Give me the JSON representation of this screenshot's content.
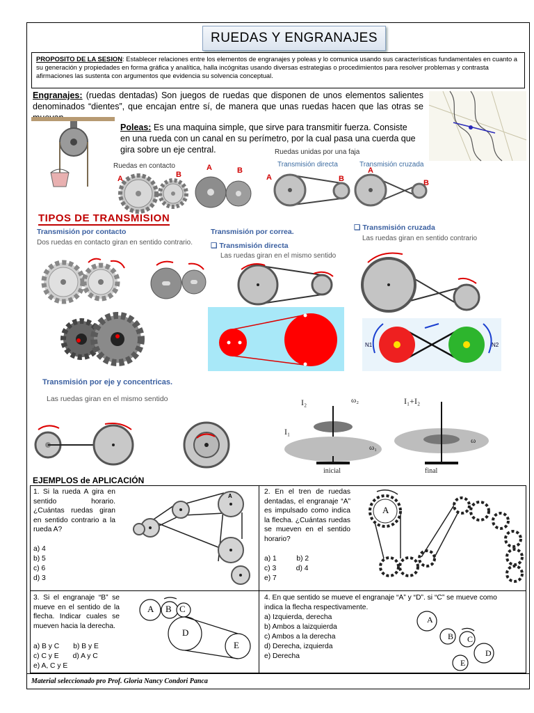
{
  "title": "RUEDAS Y ENGRANAJES",
  "purpose": {
    "label": "PROPOSITO DE LA SESION",
    "text": ": Establecer relaciones entre los elementos de engranajes y poleas y lo comunica usando sus características fundamentales en cuanto a su generación y propiedades en forma gráfica y analítica, halla incógnitas usando diversas estrategias o procedimientos para resolver problemas y contrasta afirmaciones las sustenta con argumentos que evidencia su solvencia conceptual."
  },
  "engranajes": {
    "label": "Engranajes:",
    "text": " (ruedas dentadas) Son juegos de ruedas que disponen de unos elementos salientes denominados “dientes”, que encajan entre sí, de manera que unas ruedas hacen que las otras se muevan."
  },
  "poleas": {
    "label": "Poleas:",
    "text": " Es una maquina simple, que sirve para transmitir fuerza. Consiste en una rueda con un canal en su perímetro, por la cual pasa una cuerda que gira sobre un eje central."
  },
  "figures": {
    "ruedas_contacto": "Ruedas en contacto",
    "ruedas_faja": "Ruedas unidas por una faja",
    "trans_directa": "Transmisión directa",
    "trans_cruzada": "Transmisión cruzada",
    "a": "A",
    "b": "B"
  },
  "tipos": {
    "title": "TIPOS DE TRANSMISION",
    "contacto": "Transmisión por contacto",
    "contacto_sub": "Dos ruedas en contacto giran en sentido contrario.",
    "correa": "Transmisión por correa.",
    "directa": "❑ Transmisión directa",
    "directa_sub": "Las ruedas giran en el mismo sentido",
    "cruzada": "❑ Transmisión cruzada",
    "cruzada_sub": "Las ruedas giran en sentido contrario",
    "eje": "Transmisión por eje y concentricas.",
    "eje_sub": "Las ruedas giran en el mismo sentido",
    "i2": "I₂",
    "i1": "I₁",
    "i1i2": "I₁+I₂",
    "w2": "ω₂",
    "w1": "ω₁",
    "w": "ω",
    "inicial": "inicial",
    "final": "final",
    "n1": "N1",
    "n2": "N2"
  },
  "ejemplos": {
    "title": "EJEMPLOS de APLICACIÓN",
    "q1": {
      "text": "1.  Si la rueda A gira en sentido horario. ¿Cuántas ruedas giran en sentido contrario a la rueda A?",
      "options": [
        "a)  4",
        "b)  5",
        "c)  6",
        "d)  3"
      ]
    },
    "q2": {
      "text": "2.  En el tren de ruedas dentadas, el engranaje “A” es impulsado como indica la flecha. ¿Cuántas ruedas se mueven en el sentido horario?",
      "opt1": "a) 1          b) 2",
      "opt2": "c) 3          d) 4",
      "opt3": "e) 7"
    },
    "q3": {
      "text": "3.  Si el engranaje “B” se mueve en el sentido de la flecha. Indicar cuales se mueven hacia la derecha.",
      "opt1": "a) B y C       b) B y E",
      "opt2": "c) C y E       d) A y C",
      "opt3": "e) A, C y E"
    },
    "q4": {
      "text": "4.  En que sentido se mueve el engranaje “A” y “D”. si “C” se mueve como indica la flecha respectivamente.",
      "options": [
        "a)  Izquierda, derecha",
        "b)  Ambos a laizquierda",
        "c)  Ambos a la derecha",
        "d)  Derecha, izquierda",
        "e)  Derecha"
      ]
    },
    "letters": {
      "a": "A",
      "b": "B",
      "c": "C",
      "d": "D",
      "e": "E"
    }
  },
  "footer": "Material seleccionado pro Prof. Gloria Nancy Condori Panca",
  "colors": {
    "red": "#e00000",
    "green": "#2db52d",
    "title_border": "#8aa3c2",
    "blue_label": "#3a5fa0"
  }
}
